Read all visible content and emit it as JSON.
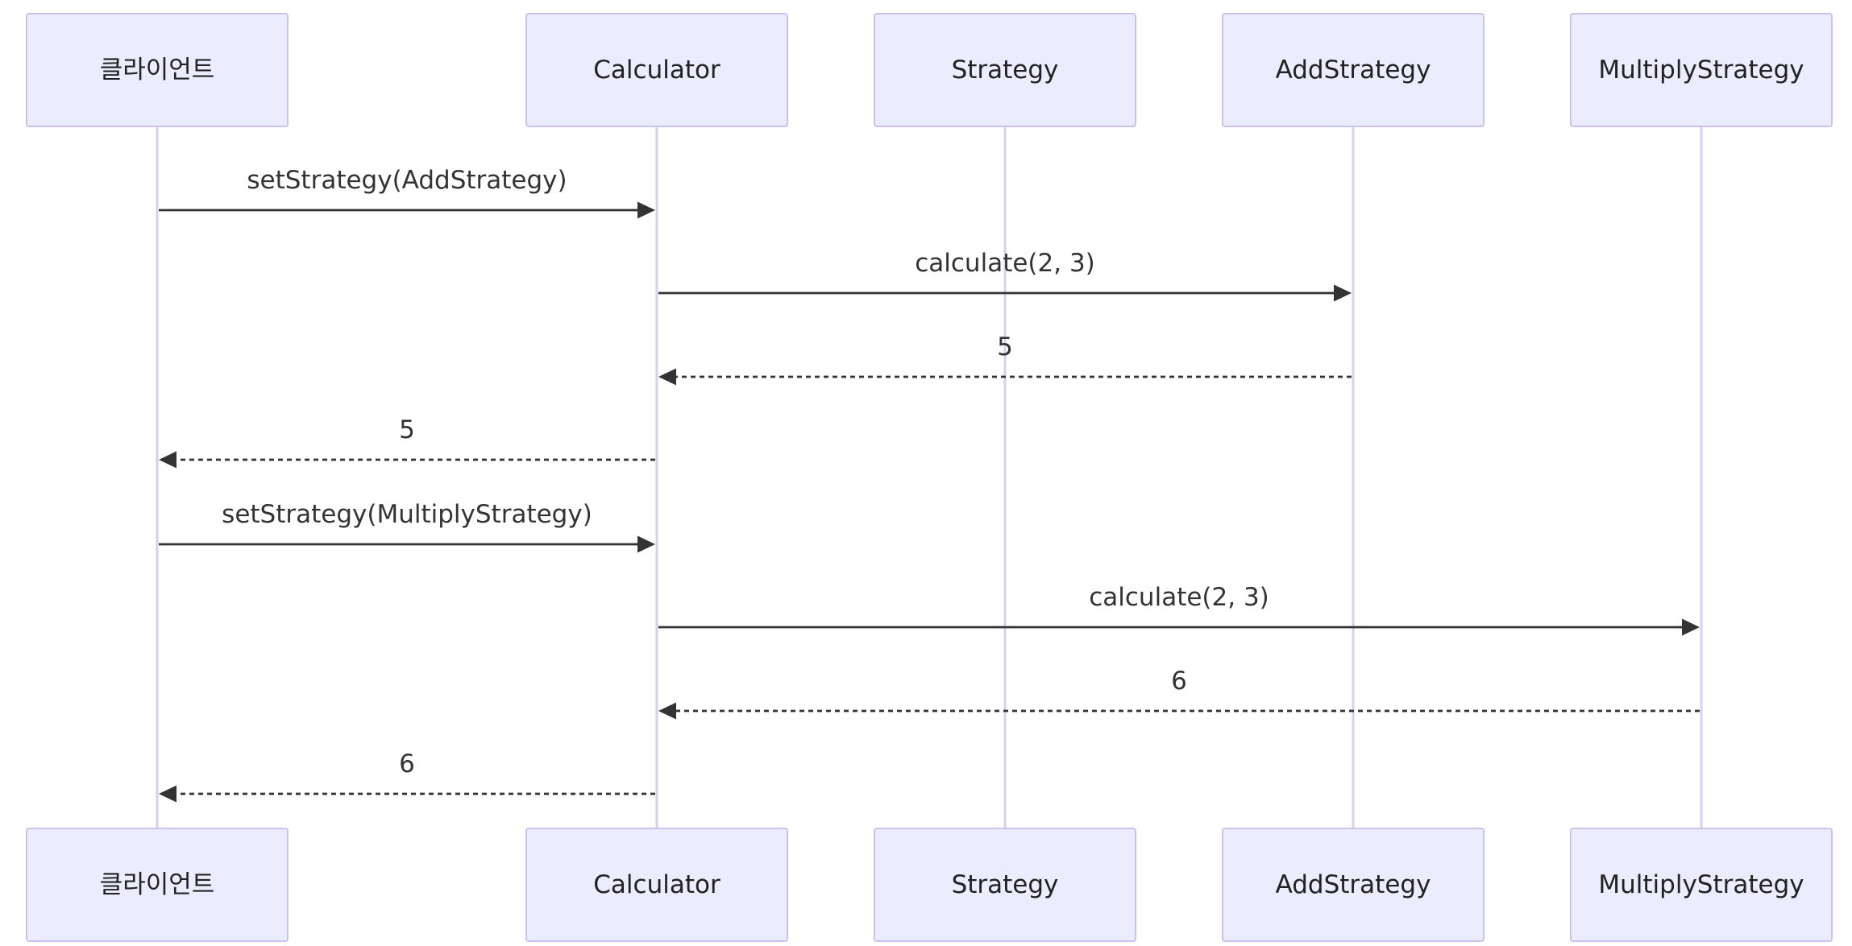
{
  "diagram": {
    "type": "sequence",
    "participants": [
      {
        "id": "client",
        "label": "클라이언트"
      },
      {
        "id": "calculator",
        "label": "Calculator"
      },
      {
        "id": "strategy",
        "label": "Strategy"
      },
      {
        "id": "add",
        "label": "AddStrategy"
      },
      {
        "id": "multiply",
        "label": "MultiplyStrategy"
      }
    ],
    "messages": [
      {
        "from": "client",
        "to": "calculator",
        "label": "setStrategy(AddStrategy)",
        "style": "solid"
      },
      {
        "from": "calculator",
        "to": "add",
        "label": "calculate(2, 3)",
        "style": "solid"
      },
      {
        "from": "add",
        "to": "calculator",
        "label": "5",
        "style": "dashed"
      },
      {
        "from": "calculator",
        "to": "client",
        "label": "5",
        "style": "dashed"
      },
      {
        "from": "client",
        "to": "calculator",
        "label": "setStrategy(MultiplyStrategy)",
        "style": "solid"
      },
      {
        "from": "calculator",
        "to": "multiply",
        "label": "calculate(2, 3)",
        "style": "solid"
      },
      {
        "from": "multiply",
        "to": "calculator",
        "label": "6",
        "style": "dashed"
      },
      {
        "from": "calculator",
        "to": "client",
        "label": "6",
        "style": "dashed"
      }
    ],
    "colors": {
      "actor_fill": "#ECECFF",
      "actor_border": "#C9C2EE",
      "lifeline": "#D6D0F0",
      "message": "#333333"
    }
  }
}
